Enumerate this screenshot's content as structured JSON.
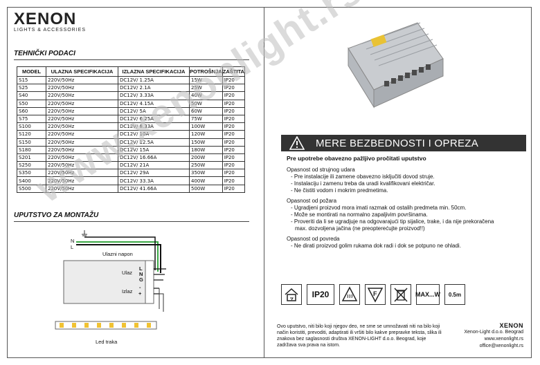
{
  "brand": {
    "name": "XENON",
    "tagline": "LIGHTS & ACCESSORIES"
  },
  "sections": {
    "tech": "TEHNIČKI PODACI",
    "mount": "UPUTSTVO ZA MONTAŽU"
  },
  "table": {
    "headers": [
      "MODEL",
      "ULAZNA SPECIFIKACIJA",
      "IZLAZNA SPECIFIKACIJA",
      "POTROŠNJA",
      "ZAŠTITA"
    ],
    "rows": [
      [
        "S15",
        "220V/50Hz",
        "DC12V/ 1.25A",
        "15W",
        "IP20"
      ],
      [
        "S25",
        "220V/50Hz",
        "DC12V/ 2.1A",
        "25W",
        "IP20"
      ],
      [
        "S40",
        "220V/50Hz",
        "DC12V/ 3.33A",
        "40W",
        "IP20"
      ],
      [
        "S50",
        "220V/50Hz",
        "DC12V/ 4.15A",
        "50W",
        "IP20"
      ],
      [
        "S60",
        "220V/50Hz",
        "DC12V/ 5A",
        "60W",
        "IP20"
      ],
      [
        "S75",
        "220V/50Hz",
        "DC12V/ 6.25A",
        "75W",
        "IP20"
      ],
      [
        "S100",
        "220V/50Hz",
        "DC12V/ 8.33A",
        "100W",
        "IP20"
      ],
      [
        "S120",
        "220V/50Hz",
        "DC12V/ 10A",
        "120W",
        "IP20"
      ],
      [
        "S150",
        "220V/50Hz",
        "DC12V/ 12.5A",
        "150W",
        "IP20"
      ],
      [
        "S180",
        "220V/50Hz",
        "DC12V/ 15A",
        "180W",
        "IP20"
      ],
      [
        "S201",
        "220V/50Hz",
        "DC12V/ 16.66A",
        "200W",
        "IP20"
      ],
      [
        "S250",
        "220V/50Hz",
        "DC12V/ 21A",
        "250W",
        "IP20"
      ],
      [
        "S350",
        "220V/50Hz",
        "DC12V/ 29A",
        "350W",
        "IP20"
      ],
      [
        "S400",
        "220V/50Hz",
        "DC12V/ 33.3A",
        "400W",
        "IP20"
      ],
      [
        "S500",
        "220V/50Hz",
        "DC12V/ 41.66A",
        "500W",
        "IP20"
      ]
    ]
  },
  "wiring": {
    "n": "N",
    "l": "L",
    "napon": "Ulazni napon",
    "ulaz": "Ulaz",
    "izlaz": "Izlaz",
    "term": [
      "L",
      "N",
      "G"
    ],
    "minus": "-",
    "plus": "+",
    "strip": "Led traka"
  },
  "safety": {
    "title": "MERE BEZBEDNOSTI I OPREZA",
    "lead": "Pre upotrebe obavezno pažljivo pročitati uputstvo",
    "g1": "Opasnost od strujnog udara",
    "g1a": "- Pre instalacije ili zamene obavezno isključiti dovod struje.",
    "g1b": "- Instalaciju i zamenu treba da uradi kvalifikovani električar.",
    "g1c": "- Ne čistiti vodom i mokrim predmetima.",
    "g2": "Opasnost od požara",
    "g2a": "- Ugradjeni proizvod mora imati razmak od ostalih predmeta min. 50cm.",
    "g2b": "- Može se montirati na normalno zapaljivim površinama.",
    "g2c": "- Proveriti da li se ugradjuje na odgovarajući tip sijalice, trake, i da nije prekoračena",
    "g2d": "max. dozvoljena jačina (ne preopterećujte proizvod!!)",
    "g3": "Opasnost od povreda",
    "g3a": "- Ne dirati proizvod golim rukama dok radi i dok se potpuno ne ohladi."
  },
  "icons": {
    "ip": "IP20",
    "max": "MAX...W",
    "dist": "0.5m",
    "f": "F"
  },
  "footer": {
    "text": "Ovo uputstvo, niti bilo koji njegov deo, ne sme se umnožavati niti na bilo koji način koristiti, prevoditi, adaptirati ili vršiti bilo kakve prepravke teksta, slika ili znakova bez saglasnosti društva XENON-LIGHT d.o.o. Beograd, koje zadržava sva prava na istom.",
    "logo": "XENON",
    "company": "Xenon-Light d.o.o. Beograd",
    "web": "www.xenonlight.rs",
    "email": "office@xenonlight.rs"
  },
  "watermark": "www.xenonlight.rs"
}
